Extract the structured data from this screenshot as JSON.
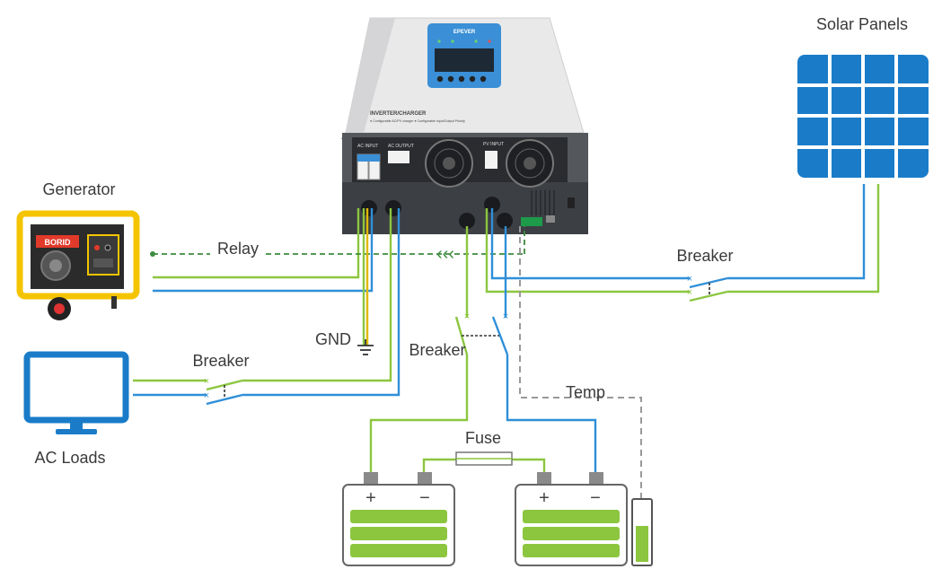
{
  "labels": {
    "solar_panels": "Solar Panels",
    "generator": "Generator",
    "relay": "Relay",
    "breaker_pv": "Breaker",
    "gnd": "GND",
    "breaker_battery": "Breaker",
    "breaker_ac": "Breaker",
    "ac_loads": "AC Loads",
    "temp": "Temp",
    "fuse": "Fuse"
  },
  "inverter": {
    "brand": "EPEVER",
    "title": "INVERTER/CHARGER",
    "subtitle": "● Configurable AC/PV charger   ● Configurable Input/Output Priority",
    "ac_input": "AC INPUT",
    "ac_output": "AC OUTPUT",
    "pv_input": "PV INPUT"
  },
  "battery": {
    "plus": "+",
    "minus": "−"
  },
  "relay_arrows": "‹‹‹",
  "colors": {
    "live_wire": "#8cc63f",
    "neutral_wire": "#2f8fd8",
    "signal_wire": "#999999",
    "solar": "#1a7cc8",
    "battery_cell": "#8cc63f",
    "generator": "#f5c400"
  }
}
